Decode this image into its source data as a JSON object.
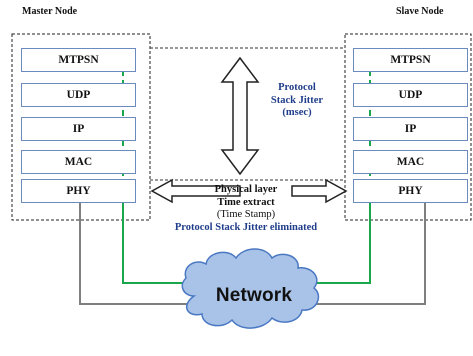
{
  "master": {
    "title": "Master Node",
    "layers": [
      "MTPSN",
      "UDP",
      "IP",
      "MAC",
      "PHY"
    ]
  },
  "slave": {
    "title": "Slave Node",
    "layers": [
      "MTPSN",
      "UDP",
      "IP",
      "MAC",
      "PHY"
    ]
  },
  "labels": {
    "jitter_line1": "Protocol",
    "jitter_line2": "Stack Jitter",
    "jitter_line3": "(msec)",
    "phy_line1": "Physical layer",
    "phy_line2": "Time extract",
    "phy_line3": "(Time Stamp)",
    "phy_line4": "Protocol Stack Jitter eliminated",
    "network": "Network"
  },
  "colors": {
    "box_border": "#6b8bbf",
    "green_path": "#1aa64b",
    "gray_path": "#7f7f7f",
    "cloud_fill": "#a9c3e8",
    "cloud_stroke": "#4a78c2",
    "jitter_text": "#1f3d8a"
  }
}
